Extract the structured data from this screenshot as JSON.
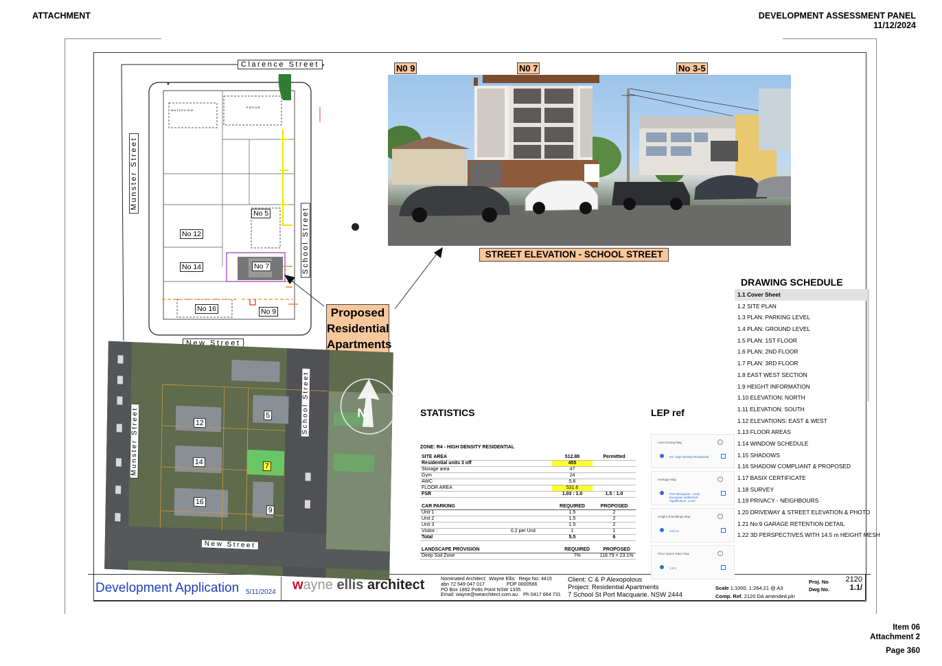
{
  "header": {
    "left": "ATTACHMENT",
    "right_line1": "DEVELOPMENT ASSESSMENT PANEL",
    "right_line2": "11/12/2024"
  },
  "footer": {
    "item": "Item 06",
    "attachment": "Attachment 2",
    "page": "Page 360"
  },
  "site_plan": {
    "streets": {
      "north": "Clarence Street",
      "west": "Munster Street",
      "east": "School Street",
      "south": "New Street"
    },
    "lots": [
      "No 5",
      "No 12",
      "No 14",
      "No 7",
      "No 16",
      "No 9"
    ],
    "building_labels": [
      "WATERVIEW",
      "FOCUS"
    ],
    "proposed_label": [
      "Proposed",
      "Residential",
      "Apartments"
    ]
  },
  "elevation": {
    "tags": [
      "N0 9",
      "N0 7",
      "No 3-5"
    ],
    "caption": "STREET ELEVATION - SCHOOL STREET"
  },
  "aerial": {
    "streets": {
      "west": "Munster Street",
      "east": "School Street",
      "south": "New Street"
    },
    "lot_numbers": [
      "12",
      "5",
      "14",
      "7",
      "16",
      "9"
    ],
    "north_symbol": "N"
  },
  "statistics": {
    "title": "STATISTICS",
    "zone": "ZONE:  R4 -  HIGH DENSITY RESIDENTIAL",
    "site_rows": [
      {
        "label": "SITE AREA",
        "value": "512.88",
        "permitted": "Permitted",
        "bold": true
      },
      {
        "label": "Residential units  3 off",
        "value": "455",
        "permitted": "",
        "highlight": true,
        "bold": true
      },
      {
        "label": "Storage area",
        "value": "47",
        "permitted": ""
      },
      {
        "label": "Gym",
        "value": "24",
        "permitted": ""
      },
      {
        "label": "AWC",
        "value": "5.6",
        "permitted": ""
      },
      {
        "label": "  FLOOR AREA",
        "value": "531.6",
        "permitted": "",
        "highlight": true
      },
      {
        "label": "FSR",
        "value": "1.03 : 1.0",
        "permitted": "1.5 : 1.0",
        "bold": true
      }
    ],
    "car_head": {
      "label": "CAR PARKING",
      "required": "REQUIRED",
      "proposed": "PROPOSED"
    },
    "car_rows": [
      {
        "label": "Unit 1",
        "note": "",
        "required": "1.5",
        "proposed": "2"
      },
      {
        "label": "Unit 2",
        "note": "",
        "required": "1.5",
        "proposed": "2"
      },
      {
        "label": "Unit 3",
        "note": "",
        "required": "1.5",
        "proposed": "2"
      },
      {
        "label": "Visitor :",
        "note": "0.2 per Unit",
        "required": "1",
        "proposed": "1"
      },
      {
        "label": "Total",
        "note": "",
        "required": "5.5",
        "proposed": "6",
        "bold": true
      }
    ],
    "land_head": {
      "label": "LANDSCAPE PROVISION",
      "required": "REQUIRED",
      "proposed": "PROPOSED"
    },
    "land_rows": [
      {
        "label": "Deep Soil Zone",
        "required": "7%",
        "proposed": "118.79 = 23.1%"
      }
    ]
  },
  "lep": {
    "title": "LEP  ref",
    "cards": [
      {
        "title": "Land Zoning Map",
        "value": "R4: High Density Residential"
      },
      {
        "title": "Heritage Map",
        "value": "Port Macquarie - early European settlement Significance: Local"
      },
      {
        "title": "Height of Buildings Map",
        "value": "14.5 m"
      },
      {
        "title": "Floor Space Ratio Map",
        "value": "1.5:1"
      }
    ]
  },
  "schedule": {
    "title": "DRAWING SCHEDULE",
    "items": [
      "1.1 Cover Sheet",
      "1.2 SITE PLAN",
      "1.3 PLAN:  PARKING LEVEL",
      "1.4 PLAN:  GROUND LEVEL",
      "1.5 PLAN: 1ST FLOOR",
      "1.6 PLAN: 2ND FLOOR",
      "1.7 PLAN: 3RD FLOOR",
      "1.8 EAST WEST SECTION",
      "1.9 HEIGHT INFORMATION",
      "1.10 ELEVATION: NORTH",
      "1.11 ELEVATION: SOUTH",
      "1.12 ELEVATIONS: EAST & WEST",
      "1.13 FLOOR AREAS",
      "1.14 WINDOW SCHEDULE",
      "1.15 SHADOWS",
      "1.16  SHADOW COMPLIANT & PROPOSED",
      "1.17 BASIX CERTIFICATE",
      "1.18 SURVEY",
      "1.19 PRIVACY - NEIGHBOURS",
      "1.20 DRIVEWAY & STREET ELEVATION & PHOTO",
      "1.21 No 9 GARAGE RETENTION DETAIL",
      "1.22 3D PERSPECTIVES WITH 14.5 m HEIGHT MESH"
    ]
  },
  "title_block": {
    "app": "Development Application",
    "date": "5/11/2024",
    "firm_w": "w",
    "firm_rest_grey": "ayne ",
    "firm_ellis": "ellis",
    "firm_arch": " architect",
    "firm_lines": [
      "Nominated Architect:  Wayne Ellis   Rego No: 4415",
      "abn 72 549 047 017                PDP 0000566",
      "PO Box 1892 Potts Point NSW 1335",
      "Email: wayne@wearchitect.com.au    Ph 0417 664 731"
    ],
    "client": "Client:  C & P Alexopolous",
    "project": "Project: Residential Apartments",
    "address": "7 School St Port Macquarie. NSW 2444",
    "scale_label": "Scale",
    "scale_value": "1:1000, 1:264.21 @ A3",
    "comp_label": "Comp. Ref.",
    "comp_value": "2120 DA amended.pln",
    "proj_label": "Proj. No",
    "proj_value": "2120",
    "dwg_label": "Dwg No.",
    "dwg_value": "1.1/"
  },
  "colors": {
    "tag_orange": "#f9c79c",
    "highlight_yellow": "#ffff2b",
    "app_blue": "#1f3fbf",
    "firm_red": "#c8102e"
  }
}
